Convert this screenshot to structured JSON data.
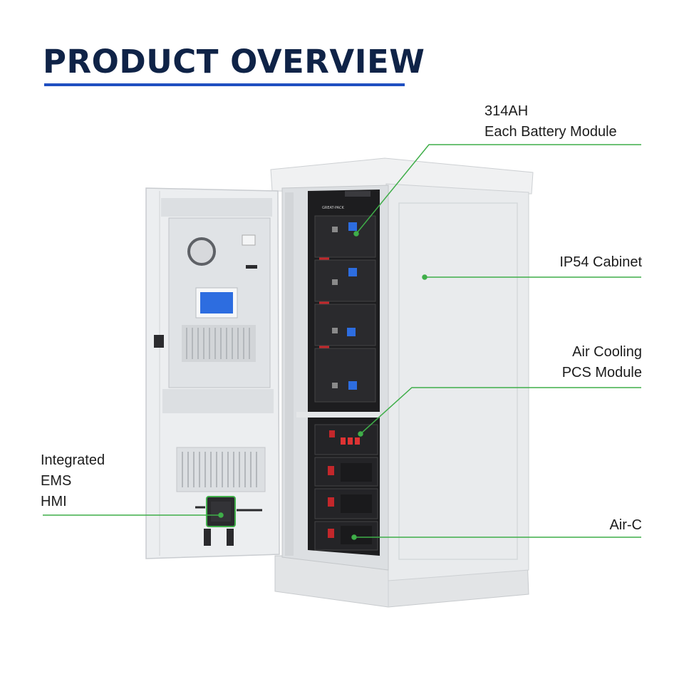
{
  "header": {
    "title": "PRODUCT OVERVIEW"
  },
  "callouts": {
    "battery": {
      "lines": [
        "314AH",
        "Each Battery Module"
      ]
    },
    "cabinet": {
      "lines": [
        "IP54 Cabinet"
      ]
    },
    "pcs": {
      "lines": [
        "Air Cooling",
        "PCS Module"
      ]
    },
    "airc": {
      "lines": [
        "Air-C"
      ]
    },
    "ems": {
      "lines": [
        "Integrated",
        "EMS",
        "HMI"
      ]
    }
  },
  "product": {
    "brand_mark": "GREAT-PACK"
  },
  "colors": {
    "title": "#0f2347",
    "underline": "#1f4fc1",
    "leader": "#3fae49",
    "cabinet": "#e8eaec",
    "rack": "#1d1d1f",
    "battery_bar": "#c3272b",
    "display": "#2d6de0"
  }
}
